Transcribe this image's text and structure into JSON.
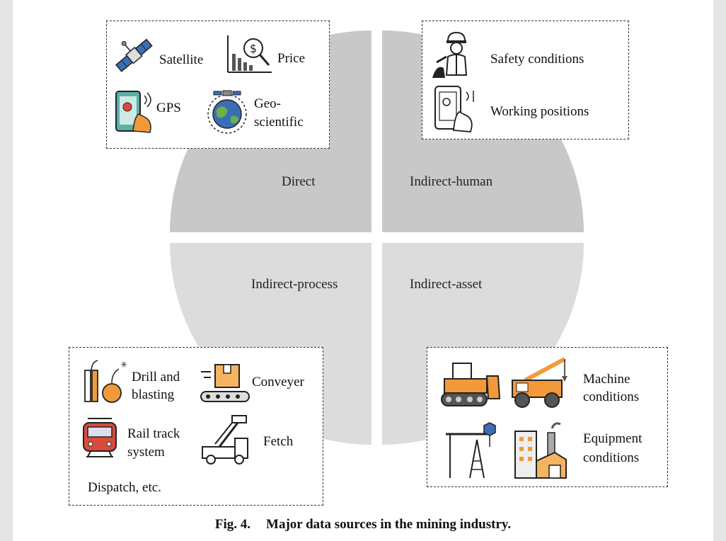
{
  "quadrants": {
    "direct": "Direct",
    "indirect_human": "Indirect-human",
    "indirect_process": "Indirect-process",
    "indirect_asset": "Indirect-asset"
  },
  "direct_box": {
    "satellite": "Satellite",
    "price": "Price",
    "gps": "GPS",
    "geo_line1": "Geo-",
    "geo_line2": "scientific"
  },
  "human_box": {
    "safety": "Safety conditions",
    "working": "Working positions"
  },
  "process_box": {
    "drill_line1": "Drill and",
    "drill_line2": "blasting",
    "conveyer": "Conveyer",
    "rail_line1": "Rail track",
    "rail_line2": "system",
    "fetch": "Fetch",
    "dispatch": "Dispatch, etc."
  },
  "asset_box": {
    "machine_line1": "Machine",
    "machine_line2": "conditions",
    "equipment_line1": "Equipment",
    "equipment_line2": "conditions"
  },
  "caption": {
    "number": "Fig. 4.",
    "text": "Major data sources in the mining industry."
  },
  "colors": {
    "top_quadrants": "#c8c8c8",
    "bottom_quadrants": "#dcdcdc",
    "accent_orange": "#f29a3a",
    "accent_blue": "#3a6fb5",
    "accent_red": "#d84b3b"
  }
}
